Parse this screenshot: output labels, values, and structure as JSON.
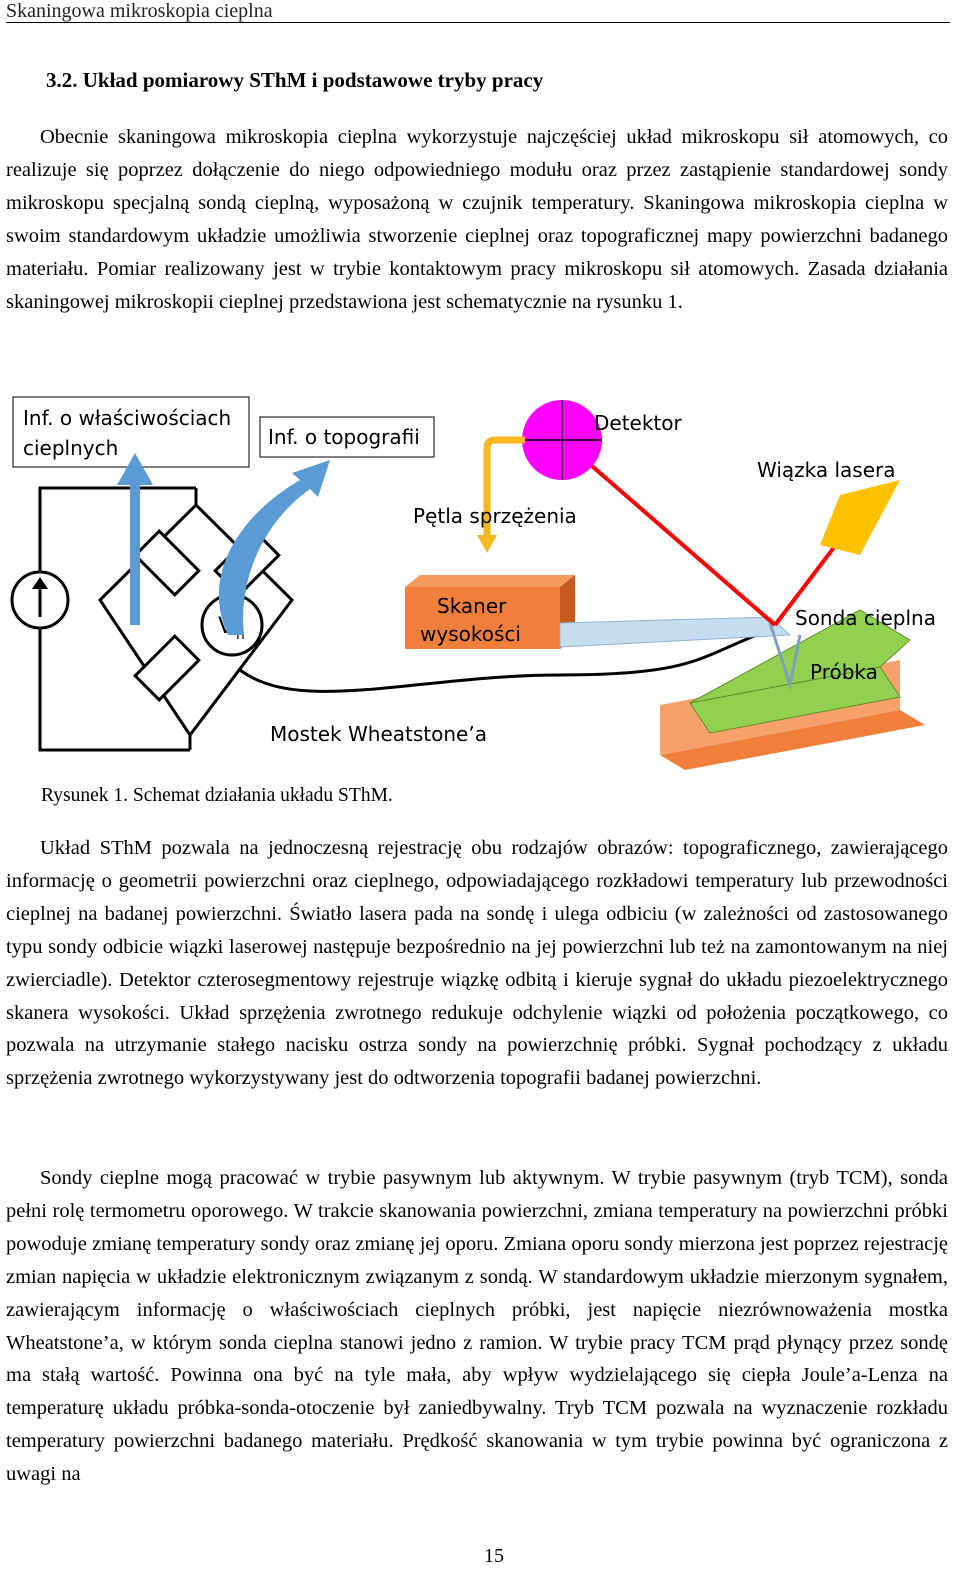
{
  "running_head": "Skaningowa mikroskopia cieplna",
  "section": {
    "number": "3.2.",
    "title": "Układ pomiarowy SThM i podstawowe tryby pracy"
  },
  "paragraphs": {
    "p1": "Obecnie skaningowa mikroskopia cieplna wykorzystuje najczęściej układ mikroskopu sił atomowych, co realizuje się poprzez dołączenie do niego odpowiedniego modułu oraz przez zastąpienie standardowej sondy mikroskopu specjalną sondą cieplną, wyposażoną w czujnik temperatury. Skaningowa mikroskopia cieplna w swoim standardowym układzie umożliwia stworzenie cieplnej oraz topograficznej mapy powierzchni badanego materiału. Pomiar realizowany jest w trybie kontaktowym pracy mikroskopu sił atomowych. Zasada działania skaningowej mikroskopii cieplnej przedstawiona jest schematycznie na rysunku 1.",
    "p2": "Układ SThM pozwala na jednoczesną rejestrację obu rodzajów obrazów: topograficznego, zawierającego informację o geometrii powierzchni oraz cieplnego, odpowiadającego rozkładowi temperatury lub przewodności cieplnej na badanej powierzchni. Światło lasera pada na sondę i ulega odbiciu (w zależności od zastosowanego typu sondy odbicie wiązki laserowej następuje bezpośrednio na jej powierzchni lub też na zamontowanym na niej zwierciadle). Detektor czterosegmentowy rejestruje wiązkę odbitą i kieruje sygnał do układu piezoelektrycznego skanera wysokości. Układ sprzężenia zwrotnego redukuje odchylenie wiązki od położenia początkowego, co pozwala na utrzymanie stałego nacisku ostrza sondy na powierzchnię próbki. Sygnał pochodzący z układu sprzężenia zwrotnego wykorzystywany jest do odtworzenia topografii badanej powierzchni.",
    "p3": "Sondy cieplne mogą pracować w trybie pasywnym lub aktywnym. W trybie pasywnym (tryb TCM), sonda pełni rolę termometru oporowego. W trakcie skanowania powierzchni, zmiana temperatury na powierzchni próbki powoduje zmianę temperatury sondy oraz zmianę jej oporu. Zmiana oporu sondy mierzona jest poprzez rejestrację zmian napięcia w układzie elektronicznym związanym z sondą. W standardowym układzie mierzonym sygnałem, zawierającym informację o właściwościach cieplnych próbki, jest napięcie niezrównoważenia mostka Wheatstone’a, w którym sonda cieplna stanowi jedno z ramion. W trybie pracy TCM prąd płynący przez sondę ma stałą wartość. Powinna ona być na tyle mała, aby wpływ wydzielającego się ciepła Joule’a-Lenza na temperaturę układu próbka-sonda-otoczenie był zaniedbywalny. Tryb TCM pozwala na wyznaczenie rozkładu temperatury powierzchni badanego materiału. Prędkość skanowania w tym trybie powinna być ograniczona z uwagi na"
  },
  "figure": {
    "labels": {
      "thermal_info_1": "Inf. o właściwościach",
      "thermal_info_2": "cieplnych",
      "topo_info": "Inf. o topografii",
      "detector": "Detektor",
      "laser": "Wiązka lasera",
      "feedback": "Pętla sprzężenia",
      "scanner_1": "Skaner",
      "scanner_2": "wysokości",
      "probe": "Sonda cieplna",
      "sample": "Próbka",
      "bridge": "Mostek Wheatstone’a",
      "voltage": "V",
      "voltage_sub": "n"
    },
    "colors": {
      "arrow_blue": "#5b9bd5",
      "detector_magenta": "#ff00ff",
      "laser_red": "#ff0000",
      "laser_source_gold": "#ffc000",
      "feedback_gold": "#f5b820",
      "scanner_orange": "#f07f3c",
      "sample_green": "#92d050",
      "base_orange": "#f07f3c",
      "cantilever_blue": "#c6dcef"
    }
  },
  "caption": "Rysunek 1. Schemat działania układu SThM.",
  "page_number": "15"
}
